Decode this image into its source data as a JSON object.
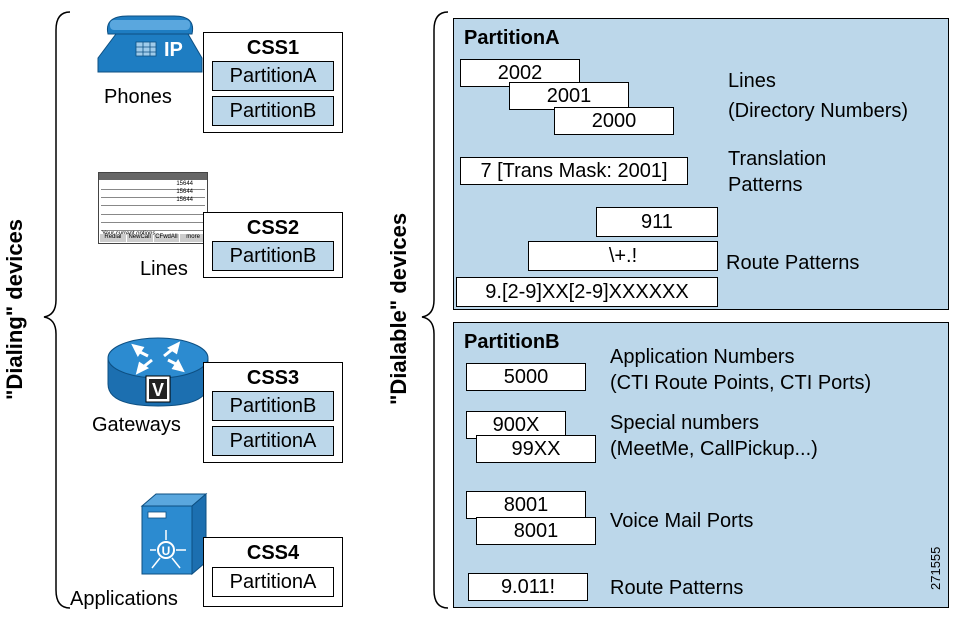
{
  "colors": {
    "partition_fill": "#bcd7ea",
    "phone_blue": "#1e7dc2",
    "router_blue": "#2c8bd0"
  },
  "side_labels": {
    "dialing": "\"Dialing\" devices",
    "dialable": "\"Dialable\" devices"
  },
  "devices": {
    "phones": {
      "label": "Phones",
      "icon": "ip-phone",
      "icon_text": "IP",
      "css": "CSS1",
      "partitions": [
        "PartitionA",
        "PartitionB"
      ]
    },
    "lines": {
      "label": "Lines",
      "icon": "phone-screen",
      "screen_rows": [
        "15644",
        "15644",
        "15644"
      ],
      "screen_caption": "Your current options",
      "softkeys": [
        "Redial",
        "NewCall",
        "CFwdAll",
        "more"
      ],
      "css": "CSS2",
      "partitions": [
        "PartitionB"
      ]
    },
    "gateways": {
      "label": "Gateways",
      "icon": "voice-router",
      "icon_text": "V",
      "css": "CSS3",
      "partitions": [
        "PartitionB",
        "PartitionA"
      ]
    },
    "applications": {
      "label": "Applications",
      "icon": "application-server",
      "css": "CSS4",
      "partitions": [
        "PartitionA"
      ]
    }
  },
  "partition_a": {
    "title": "PartitionA",
    "lines": [
      "2002",
      "2001",
      "2000"
    ],
    "lines_label": "Lines",
    "lines_sublabel": "(Directory Numbers)",
    "translation": "7 [Trans Mask: 2001]",
    "translation_label_1": "Translation",
    "translation_label_2": "Patterns",
    "routes": [
      "911",
      "\\+.!",
      "9.[2-9]XX[2-9]XXXXXX"
    ],
    "routes_label": "Route Patterns"
  },
  "partition_b": {
    "title": "PartitionB",
    "app_number": "5000",
    "app_label_1": "Application Numbers",
    "app_label_2": "(CTI Route Points, CTI Ports)",
    "special": [
      "900X",
      "99XX"
    ],
    "special_label_1": "Special numbers",
    "special_label_2": "(MeetMe, CallPickup...)",
    "vm": [
      "8001",
      "8001"
    ],
    "vm_label": "Voice Mail Ports",
    "route": "9.011!",
    "route_label": "Route Patterns"
  },
  "figure_id": "271555"
}
